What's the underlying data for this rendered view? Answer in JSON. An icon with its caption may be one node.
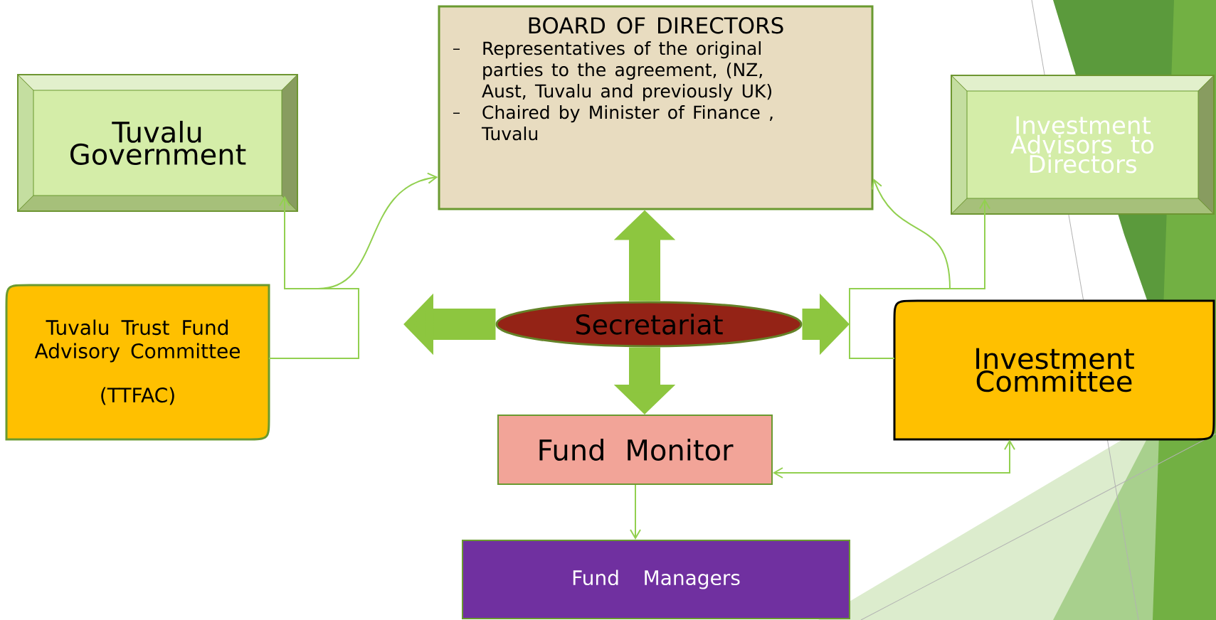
{
  "diagram": {
    "nodes": [
      {
        "text": [
          "Tuvalu Government"
        ]
      },
      {
        "text": [
          "BOARD OF DIRECTORS",
          "Representatives of the original parties to the agreement, (NZ, Aust, Tuvalu and previously UK)",
          "Chaired by Minister of Finance , Tuvalu"
        ]
      },
      {
        "text": [
          "Investment Advisors to Directors"
        ]
      },
      {
        "text": [
          "Tuvalu Trust Fund Advisory Committee",
          "(TTFAC)"
        ]
      },
      {
        "text": [
          "Secretariat"
        ]
      },
      {
        "text": [
          "Investment Committee"
        ]
      },
      {
        "text": [
          "Fund Monitor"
        ]
      },
      {
        "text": [
          "Fund Managers"
        ]
      }
    ],
    "edges": [
      {
        "from": 3,
        "to": 0,
        "arrow": "to"
      },
      {
        "from": 3,
        "to": 1,
        "arrow": "to"
      },
      {
        "from": 5,
        "to": 2,
        "arrow": "to"
      },
      {
        "from": 5,
        "to": 1,
        "arrow": "to"
      },
      {
        "from": 4,
        "to": 1,
        "arrow": "to",
        "style": "thick",
        "color": "#8dc63f"
      },
      {
        "from": 4,
        "to": null,
        "arrow": "to",
        "style": "thick",
        "color": "#8dc63f"
      },
      {
        "from": 4,
        "to": null,
        "arrow": "to",
        "style": "thick",
        "color": "#8dc63f"
      },
      {
        "from": 4,
        "to": 6,
        "arrow": "to",
        "style": "thick",
        "color": "#8dc63f"
      },
      {
        "from": 6,
        "to": 5,
        "arrow": "both"
      },
      {
        "from": 6,
        "to": 7,
        "arrow": "to"
      }
    ]
  }
}
